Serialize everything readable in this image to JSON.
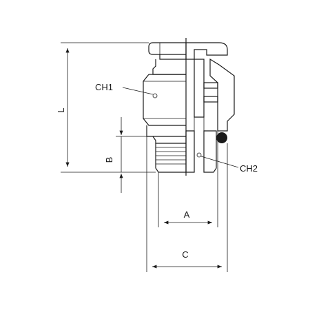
{
  "labels": {
    "ch1": "CH1",
    "ch2": "CH2",
    "dim_l": "L",
    "dim_b": "B",
    "dim_a": "A",
    "dim_c": "C"
  },
  "colors": {
    "ink": "#1a1a1a",
    "background": "#ffffff",
    "section": "#bdbdbd"
  }
}
